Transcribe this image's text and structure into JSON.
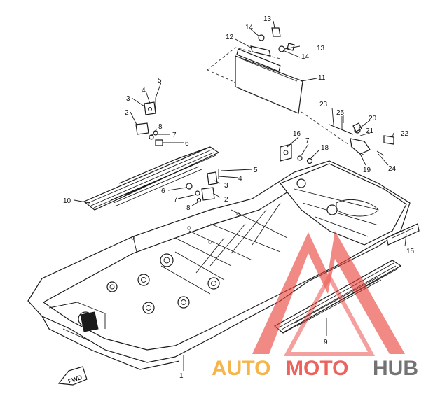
{
  "callouts": [
    {
      "id": "1",
      "label": "1"
    },
    {
      "id": "2a",
      "label": "2"
    },
    {
      "id": "2b",
      "label": "2"
    },
    {
      "id": "3a",
      "label": "3"
    },
    {
      "id": "3b",
      "label": "3"
    },
    {
      "id": "4a",
      "label": "4"
    },
    {
      "id": "4b",
      "label": "4"
    },
    {
      "id": "5a",
      "label": "5"
    },
    {
      "id": "5b",
      "label": "5"
    },
    {
      "id": "6a",
      "label": "6"
    },
    {
      "id": "6b",
      "label": "6"
    },
    {
      "id": "7a",
      "label": "7"
    },
    {
      "id": "7b",
      "label": "7"
    },
    {
      "id": "7c",
      "label": "7"
    },
    {
      "id": "8a",
      "label": "8"
    },
    {
      "id": "8b",
      "label": "8"
    },
    {
      "id": "9",
      "label": "9"
    },
    {
      "id": "10",
      "label": "10"
    },
    {
      "id": "11",
      "label": "11"
    },
    {
      "id": "12",
      "label": "12"
    },
    {
      "id": "13a",
      "label": "13"
    },
    {
      "id": "13b",
      "label": "13"
    },
    {
      "id": "14a",
      "label": "14"
    },
    {
      "id": "14b",
      "label": "14"
    },
    {
      "id": "15",
      "label": "15"
    },
    {
      "id": "16",
      "label": "16"
    },
    {
      "id": "18",
      "label": "18"
    },
    {
      "id": "19",
      "label": "19"
    },
    {
      "id": "20",
      "label": "20"
    },
    {
      "id": "21",
      "label": "21"
    },
    {
      "id": "22",
      "label": "22"
    },
    {
      "id": "23",
      "label": "23"
    },
    {
      "id": "24",
      "label": "24"
    },
    {
      "id": "25",
      "label": "25"
    }
  ],
  "direction_marker": "FWD",
  "watermark": {
    "word_auto": "AUTO",
    "word_moto": "MOTO",
    "word_hub": "HUB",
    "color_accent": "#f5a623",
    "color_red": "#e8403a",
    "color_dark": "#555555"
  }
}
